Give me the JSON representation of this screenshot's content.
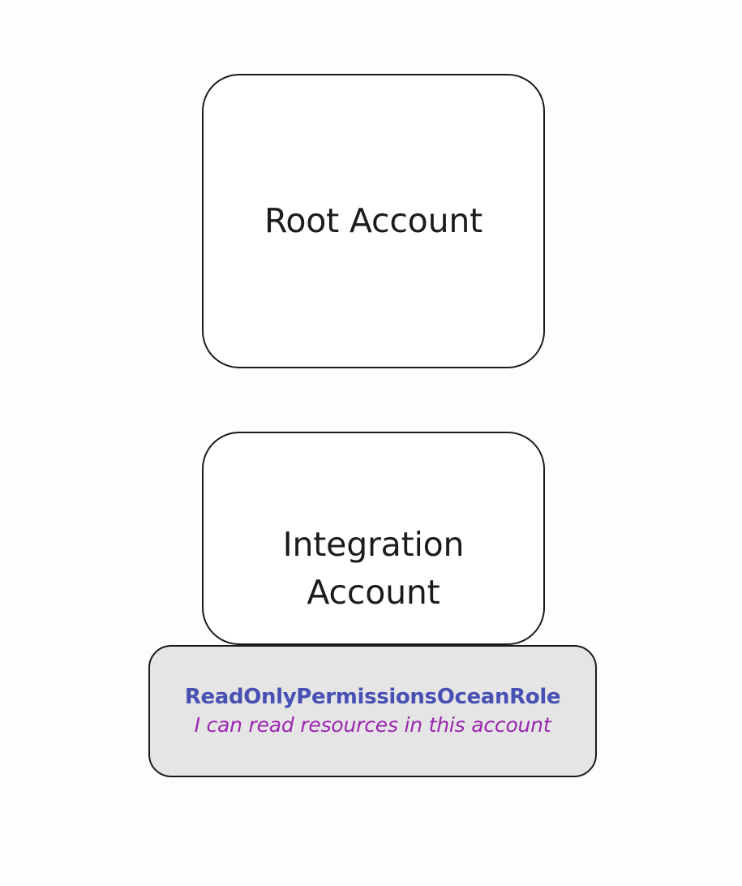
{
  "diagram": {
    "background_color": "#fdfdfd",
    "nodes": [
      {
        "id": "root-account",
        "type": "account-container",
        "label": "Root Account",
        "fill_color": "#ffffff",
        "border_color": "#1a1a1a"
      },
      {
        "id": "integration-account",
        "type": "account-container",
        "label": "Integration\nAccount",
        "fill_color": "#ffffff",
        "border_color": "#1a1a1a"
      },
      {
        "id": "read-only-role",
        "type": "role",
        "title": "ReadOnlyPermissionsOceanRole",
        "description": "I can read resources in this account",
        "fill_color": "#e5e5e5",
        "border_color": "#1a1a1a",
        "title_color": "#4850b4",
        "description_color": "#9b26b0"
      }
    ]
  }
}
